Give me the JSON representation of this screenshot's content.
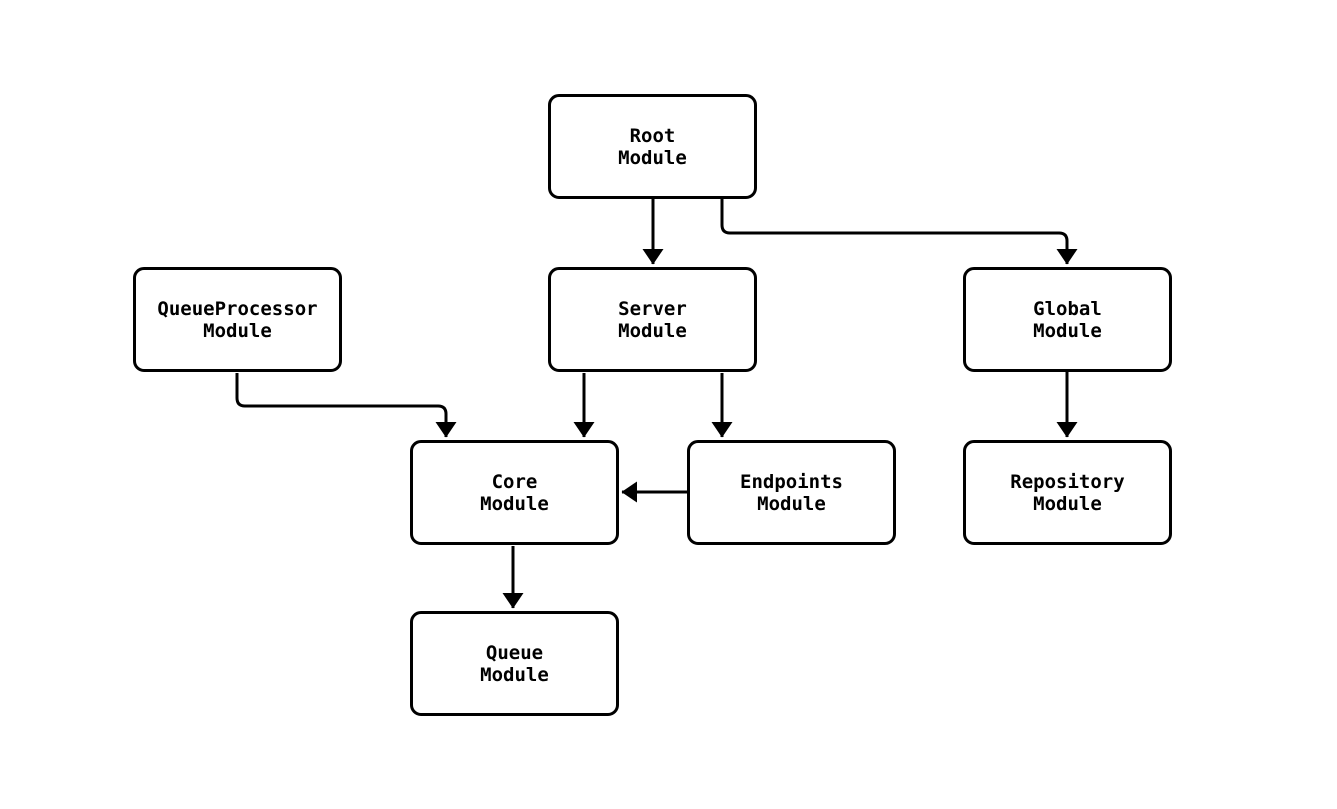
{
  "diagram": {
    "type": "module-dependency-graph",
    "nodes": [
      {
        "id": "root",
        "lines": [
          "Root",
          "Module"
        ]
      },
      {
        "id": "queueprocessor",
        "lines": [
          "QueueProcessor",
          "Module"
        ]
      },
      {
        "id": "server",
        "lines": [
          "Server",
          "Module"
        ]
      },
      {
        "id": "global",
        "lines": [
          "Global",
          "Module"
        ]
      },
      {
        "id": "core",
        "lines": [
          "Core",
          "Module"
        ]
      },
      {
        "id": "endpoints",
        "lines": [
          "Endpoints",
          "Module"
        ]
      },
      {
        "id": "repository",
        "lines": [
          "Repository",
          "Module"
        ]
      },
      {
        "id": "queue",
        "lines": [
          "Queue",
          "Module"
        ]
      }
    ],
    "edges": [
      {
        "from": "root",
        "to": "server"
      },
      {
        "from": "root",
        "to": "global"
      },
      {
        "from": "queueprocessor",
        "to": "core"
      },
      {
        "from": "server",
        "to": "core"
      },
      {
        "from": "server",
        "to": "endpoints"
      },
      {
        "from": "global",
        "to": "repository"
      },
      {
        "from": "endpoints",
        "to": "core"
      },
      {
        "from": "core",
        "to": "queue"
      }
    ],
    "colors": {
      "background": "#ffffff",
      "edge": "#000000",
      "node_border": "#000000",
      "node_fill": "#ffffff",
      "text": "#000000"
    }
  }
}
